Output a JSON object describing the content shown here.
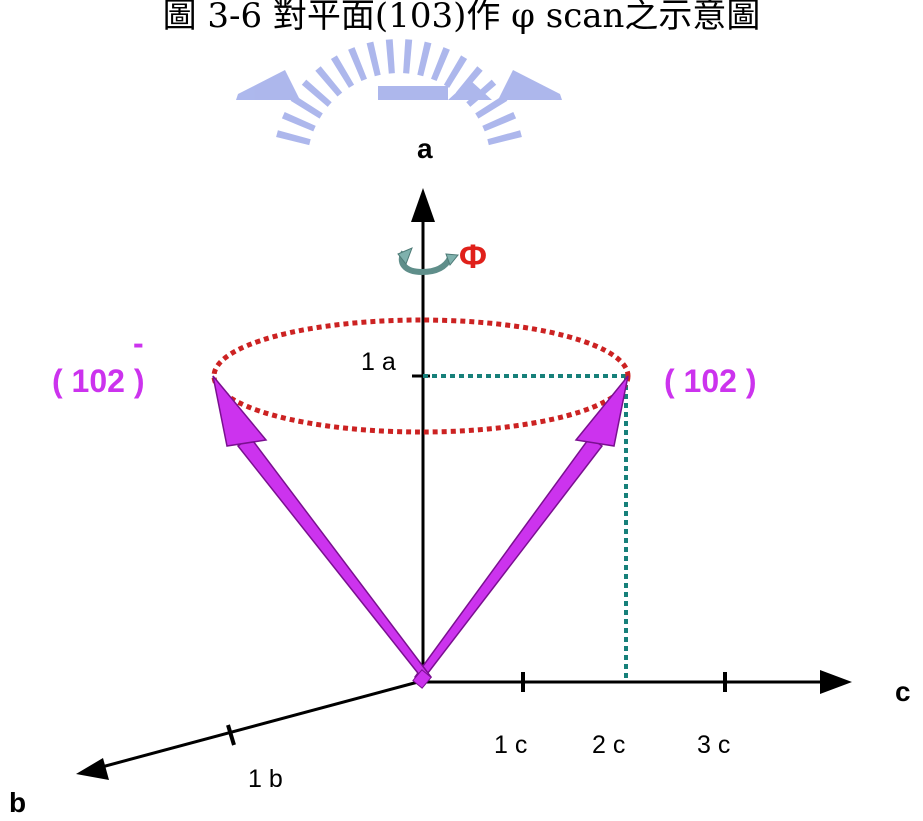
{
  "caption": "圖 3-6 對平面(103)作 φ scan之示意圖",
  "axes": {
    "a": "a",
    "b": "b",
    "c": "c"
  },
  "ticks": {
    "one_a": "1 a",
    "one_b": "1 b",
    "one_c": "1 c",
    "two_c": "2 c",
    "three_c": "3 c"
  },
  "planes": {
    "left": "( 102 )",
    "left_bar": "-",
    "right": "( 102 )"
  },
  "rotation": {
    "symbol": "Φ"
  },
  "colors": {
    "vector": "#cc33ee",
    "vector_edge": "#7a1090",
    "ellipse": "#cc2222",
    "guide": "#17807a",
    "plane_label": "#cc33ee",
    "phi": "#e0201a",
    "logo": "#a9b4ec"
  },
  "icons": {
    "rotation": "rotation-arrow-icon",
    "watermark": "university-logo-watermark"
  }
}
